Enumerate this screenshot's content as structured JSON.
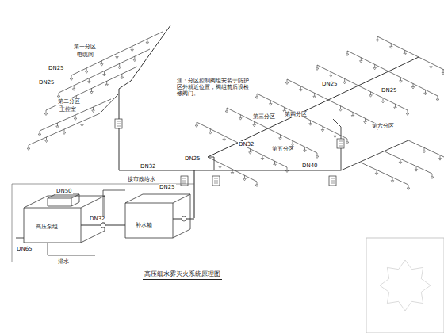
{
  "diagram": {
    "title": "高压细水雾灭火系统原理图",
    "labels": [
      "第一分区",
      "电缆间",
      "第二分区",
      "主控室",
      "注：分区控制阀组安装于防护区外就近位置，阀组前后设检修阀门。",
      "第三分区",
      "第四分区",
      "第五分区",
      "第六分区",
      "DN25",
      "DN25",
      "DN25",
      "DN32",
      "DN32",
      "DN25",
      "DN25",
      "DN40",
      "DN50",
      "DN32",
      "DN25",
      "高压泵组",
      "补水箱",
      "接市政给水",
      "排水",
      "DN65"
    ]
  }
}
